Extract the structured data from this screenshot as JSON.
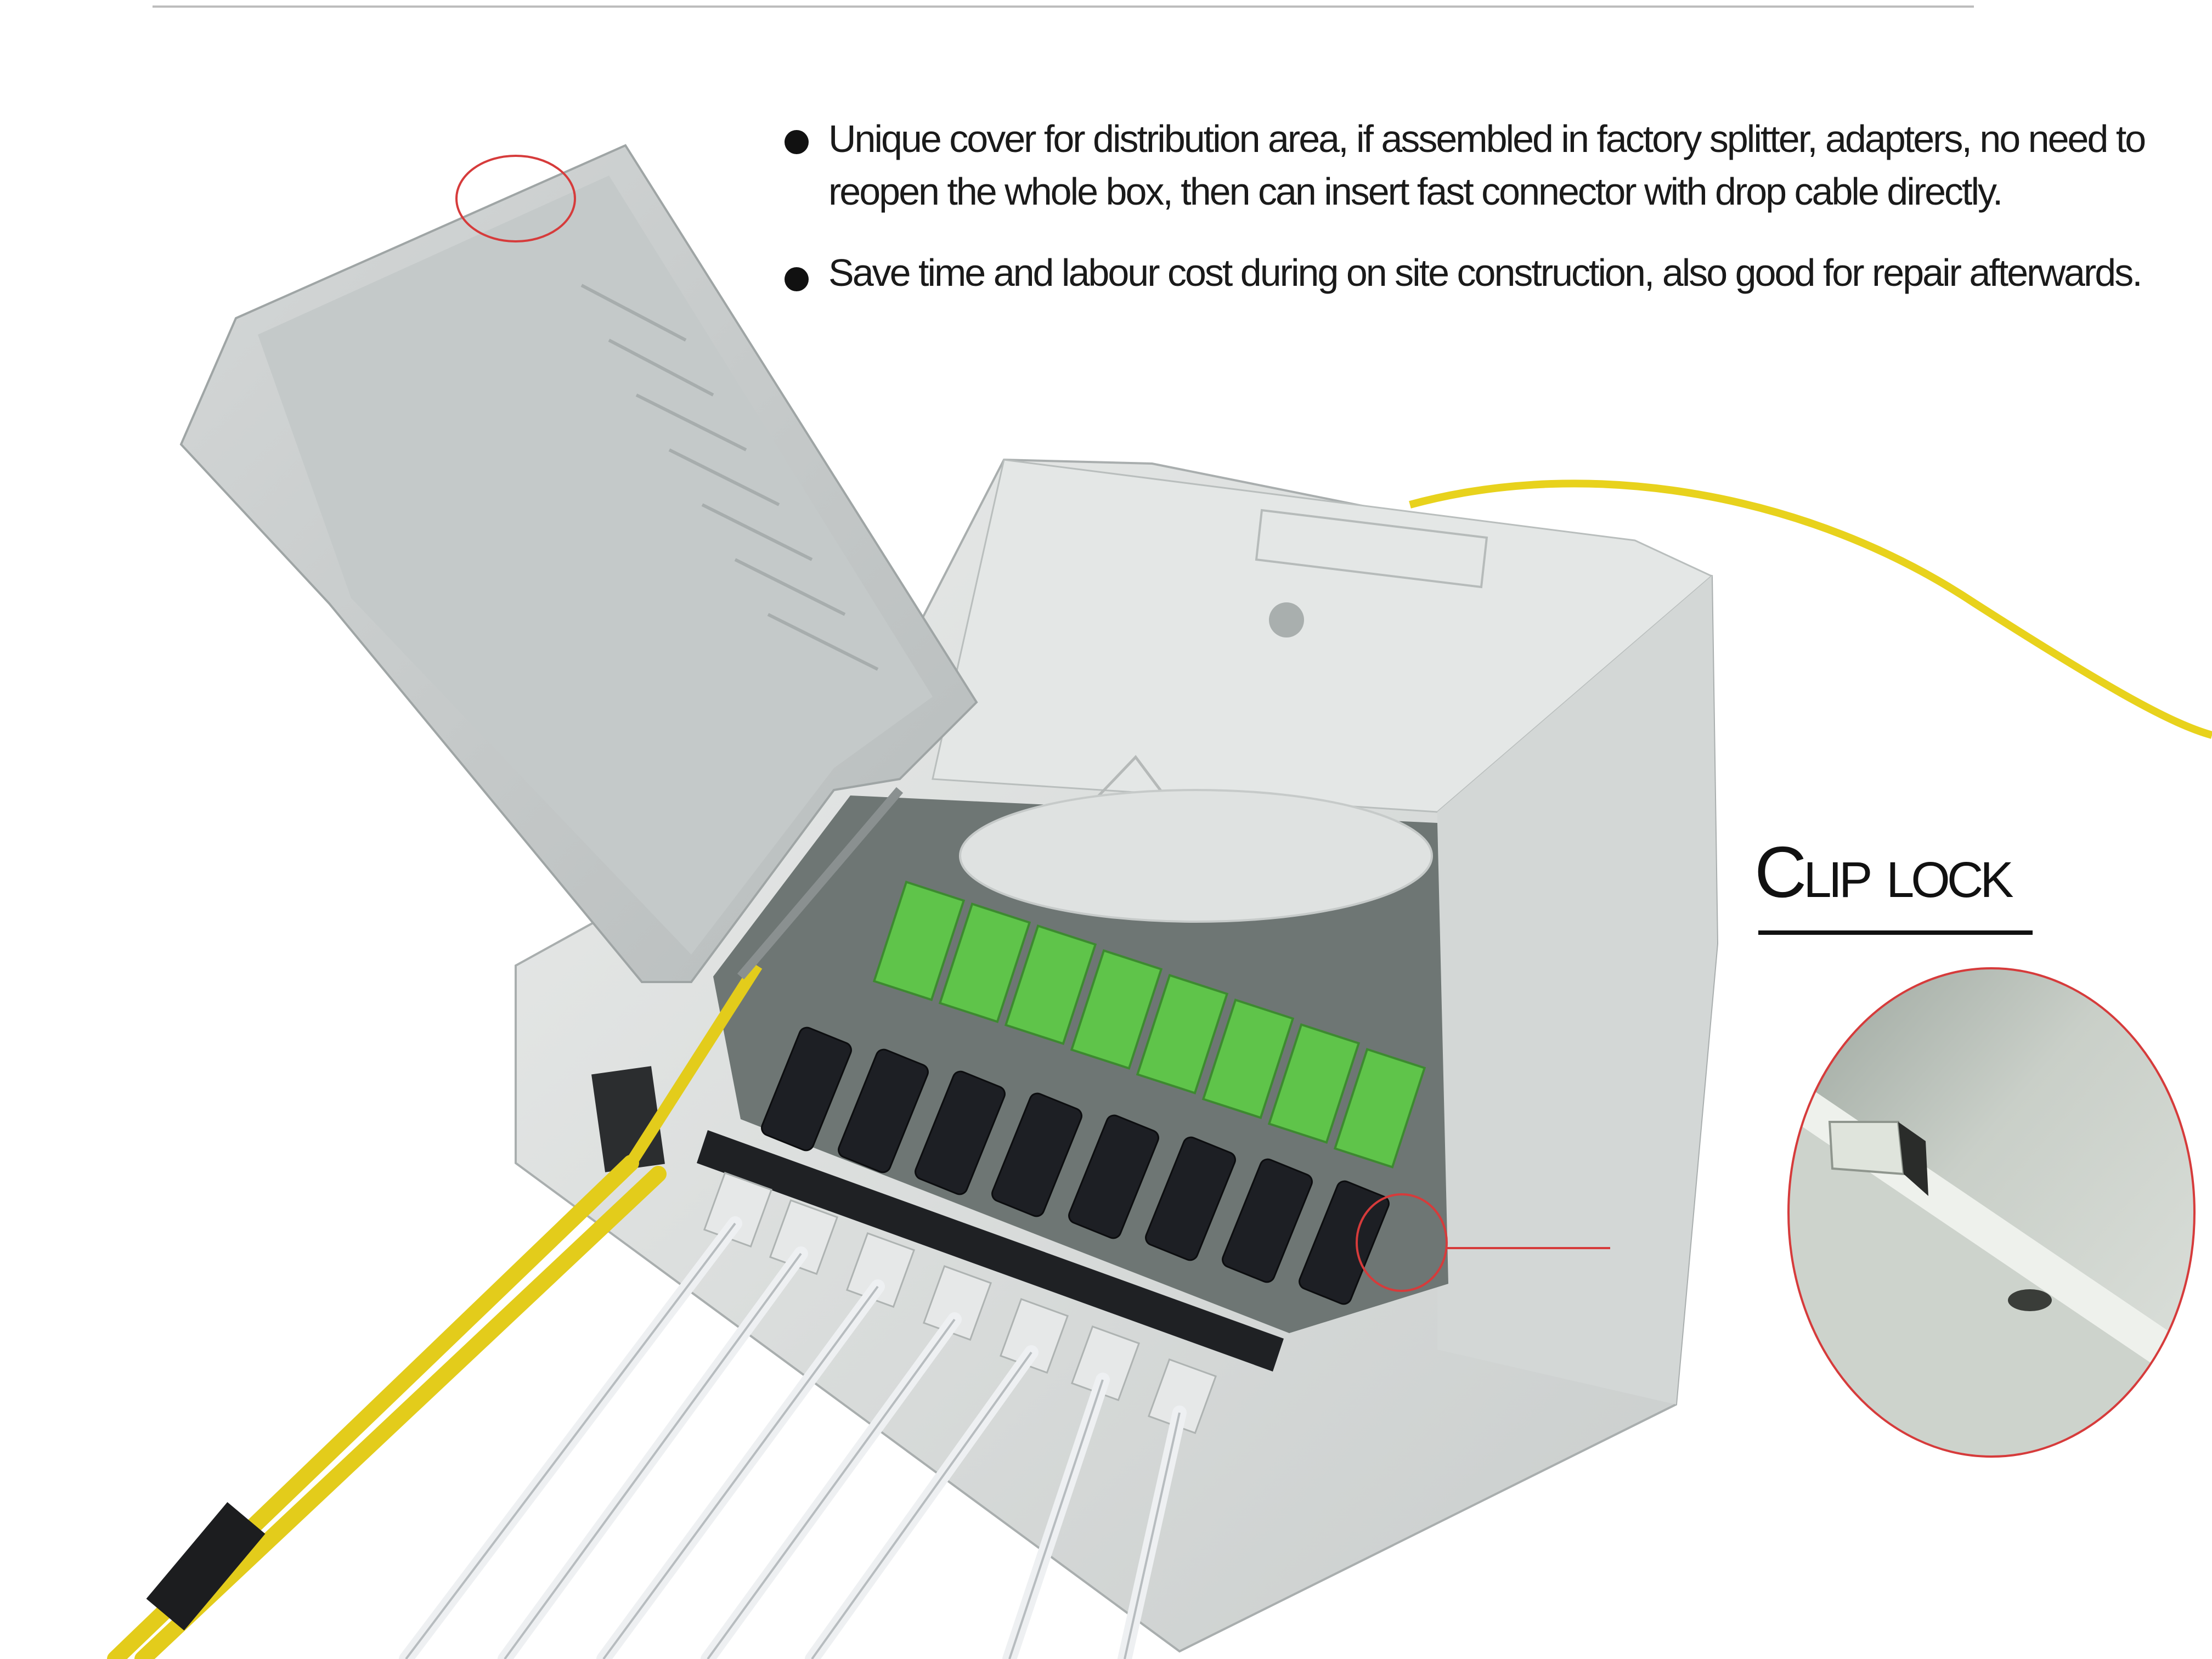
{
  "features": [
    "Unique cover for distribution area, if assembled in factory splitter, adapters, no need to reopen the whole box, then can insert fast connector with drop cable directly.",
    "Save time and labour cost during on site construction, also good for repair afterwards."
  ],
  "detail_label": "Clip lock",
  "colors": {
    "box_body": "#d9dcdb",
    "adapter_green": "#5fc44a",
    "connector_black": "#1d1f24",
    "drop_cable_white": "#eef0f2",
    "feeder_cable_yellow": "#e8d21c",
    "callout_red": "#d63b3b"
  }
}
